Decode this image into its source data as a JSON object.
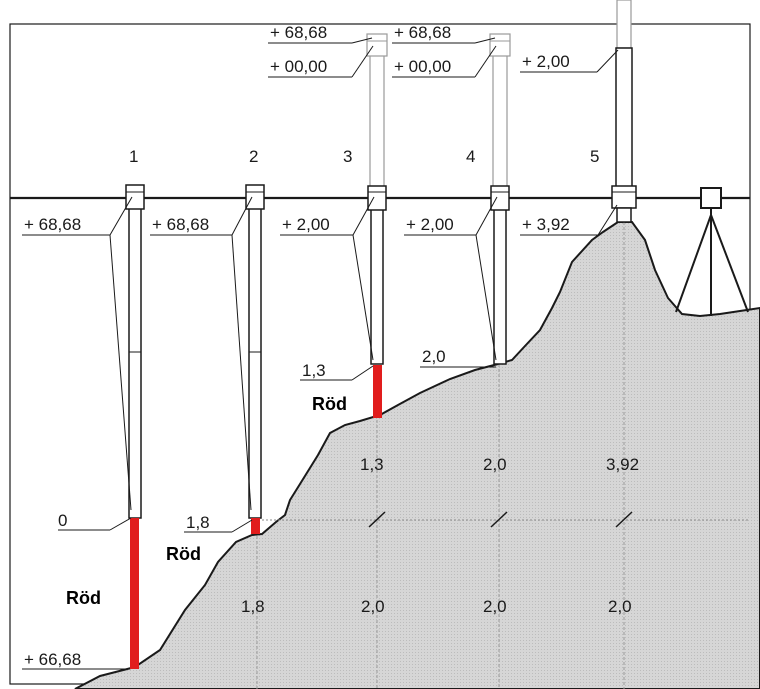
{
  "colors": {
    "terrain": "#d2d2d2",
    "red_marker": "#e11d1d",
    "line": "#1a1a1a"
  },
  "rods": [
    {
      "number": "1",
      "top_label": "+ 68,68",
      "reading": "0",
      "red_label": "Röd"
    },
    {
      "number": "2",
      "top_label": "+ 68,68",
      "reading": "1,8",
      "red_label": "Röd"
    },
    {
      "number": "3",
      "top_label": "+ 2,00",
      "upper_label_a": "+ 68,68",
      "upper_label_b": "+ 00,00",
      "reading": "1,3",
      "red_label": "Röd"
    },
    {
      "number": "4",
      "top_label": "+ 2,00",
      "upper_label_a": "+ 68,68",
      "upper_label_b": "+ 00,00",
      "reading": "2,0"
    },
    {
      "number": "5",
      "top_label": "+ 3,92",
      "upper_label_a": "+ 2,00"
    }
  ],
  "ground_label": "+ 66,68",
  "segment_values": {
    "upper": [
      "1,3",
      "2,0",
      "3,92"
    ],
    "lower": [
      "1,8",
      "2,0",
      "2,0",
      "2,0"
    ]
  }
}
